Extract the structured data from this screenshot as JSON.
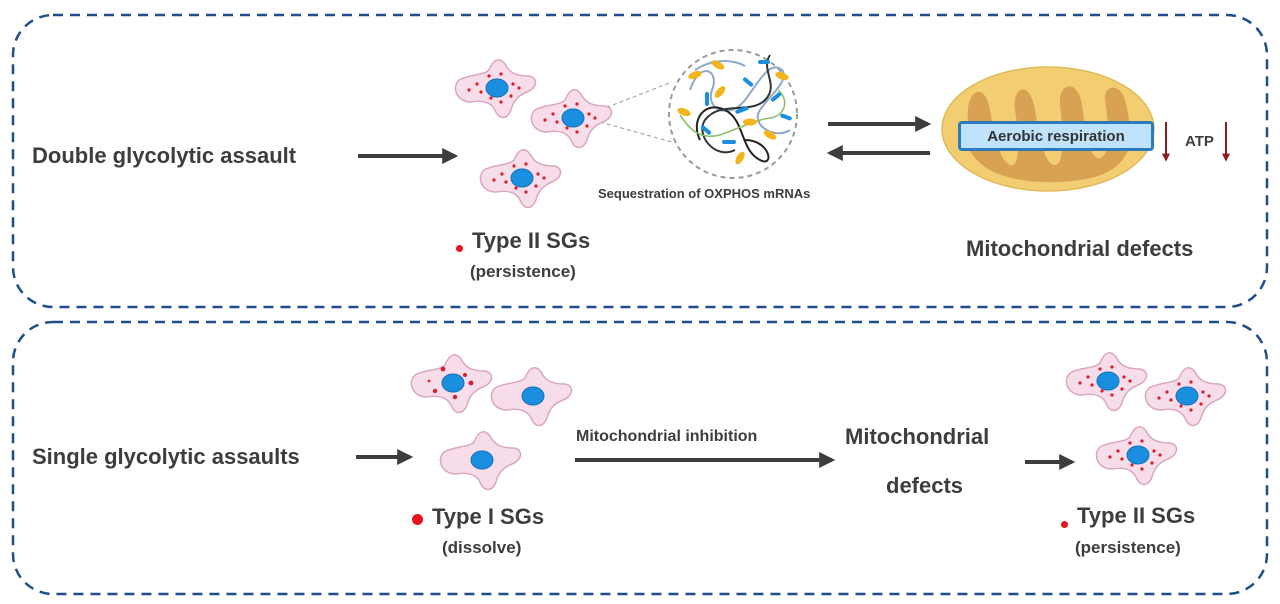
{
  "colors": {
    "panel_border": "#1f4e8c",
    "arrow": "#3d3d3d",
    "cell_fill": "#f7dde9",
    "cell_stroke": "#d8a8c0",
    "nucleus": "#1a8fe0",
    "granule": "#d81e2c",
    "mito_outer": "#f2cd72",
    "mito_inner": "#d9a253",
    "down_arrow": "#8b1a1a",
    "sg_dot": "#e8141c"
  },
  "panel_top": {
    "trigger_label": "Double glycolytic assault",
    "sg_label": "Type II SGs",
    "sg_state": "(persistence)",
    "inset_caption": "Sequestration of OXPHOS mRNAs",
    "process_box": "Aerobic respiration",
    "atp_label": "ATP",
    "outcome_label": "Mitochondrial defects"
  },
  "panel_bottom": {
    "trigger_label": "Single glycolytic assaults",
    "sg_label_1": "Type I SGs",
    "sg_state_1": "(dissolve)",
    "inhibition_label": "Mitochondrial inhibition",
    "defects_line1": "Mitochondrial",
    "defects_line2": "defects",
    "sg_label_2": "Type II SGs",
    "sg_state_2": "(persistence)"
  }
}
